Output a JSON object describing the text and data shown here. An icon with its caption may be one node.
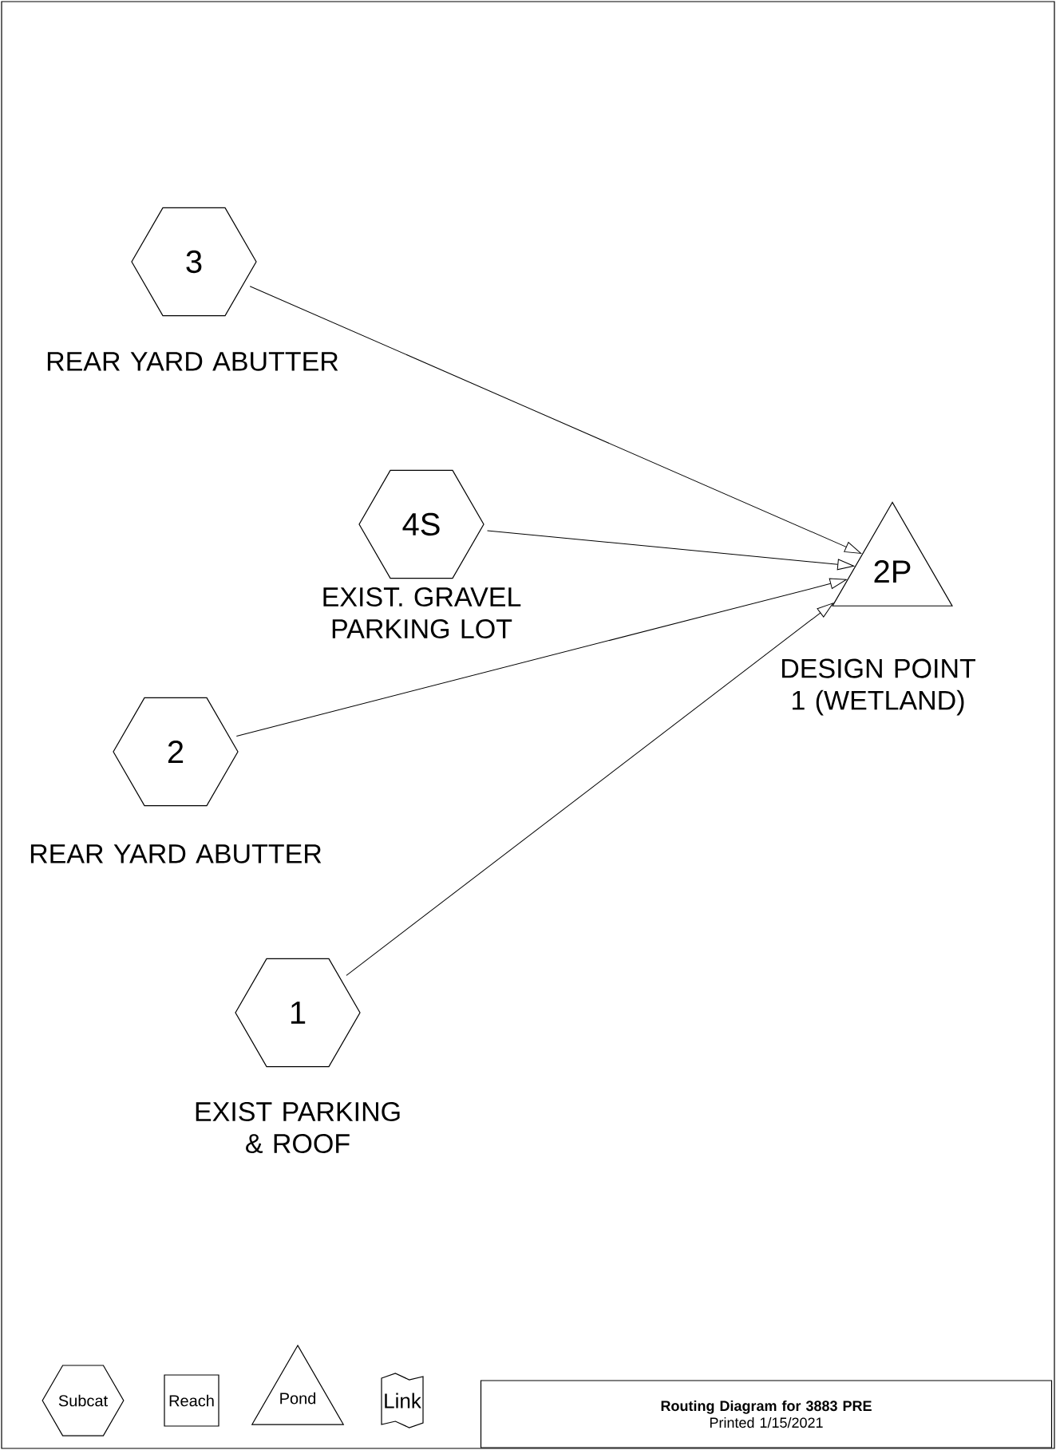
{
  "diagram": {
    "nodes": [
      {
        "text": [
          "3"
        ],
        "beside": [
          "REAR YARD ABUTTER"
        ]
      },
      {
        "text": [
          "4S"
        ],
        "beside": [
          "EXIST. GRAVEL PARKING LOT"
        ]
      },
      {
        "text": [
          "2"
        ],
        "beside": [
          "REAR YARD ABUTTER"
        ]
      },
      {
        "text": [
          "1"
        ],
        "beside": [
          "EXIST PARKING & ROOF"
        ]
      },
      {
        "text": [
          "2P"
        ],
        "beside": [
          "DESIGN POINT 1 (WETLAND)"
        ]
      },
      {
        "text": [
          "Subcat"
        ]
      },
      {
        "text": [
          "Reach"
        ]
      },
      {
        "text": [
          "Pond"
        ]
      },
      {
        "text": [
          "Link"
        ]
      },
      {
        "text": [
          "Routing Diagram for 3883 PRE",
          "Printed 1/15/2021"
        ]
      }
    ],
    "edges": [
      {
        "from": 0,
        "to": 4,
        "arrow": "to"
      },
      {
        "from": 1,
        "to": 4,
        "arrow": "to"
      },
      {
        "from": 2,
        "to": 4,
        "arrow": "to"
      },
      {
        "from": 3,
        "to": 4,
        "arrow": "to"
      }
    ]
  }
}
